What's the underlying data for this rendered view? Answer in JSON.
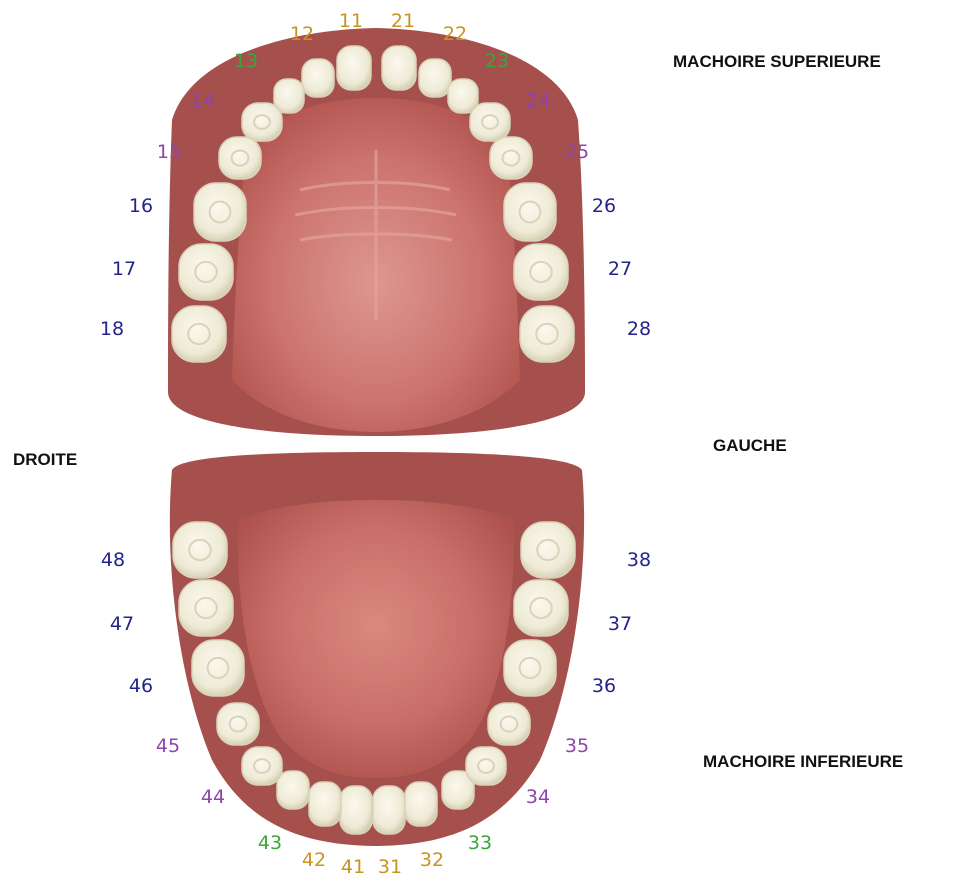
{
  "labels": {
    "upper_jaw": "MACHOIRE SUPERIEURE",
    "lower_jaw": "MACHOIRE INFERIEURE",
    "right": "DROITE",
    "left": "GAUCHE"
  },
  "colors": {
    "incisor": "#c8941e",
    "canine": "#3aa63a",
    "premolar": "#8e44ad",
    "molar": "#23238e",
    "gum_outer": "#a8504e",
    "gum_inner": "#cf7a76",
    "palate_center": "#d68e88",
    "tooth": "#f3f0e1",
    "tooth_shade": "#d9d3b9"
  },
  "upper_teeth": [
    "11",
    "12",
    "13",
    "14",
    "15",
    "16",
    "17",
    "18",
    "21",
    "22",
    "23",
    "24",
    "25",
    "26",
    "27",
    "28"
  ],
  "lower_teeth": [
    "31",
    "32",
    "33",
    "34",
    "35",
    "36",
    "37",
    "38",
    "41",
    "42",
    "43",
    "44",
    "45",
    "46",
    "47",
    "48"
  ]
}
